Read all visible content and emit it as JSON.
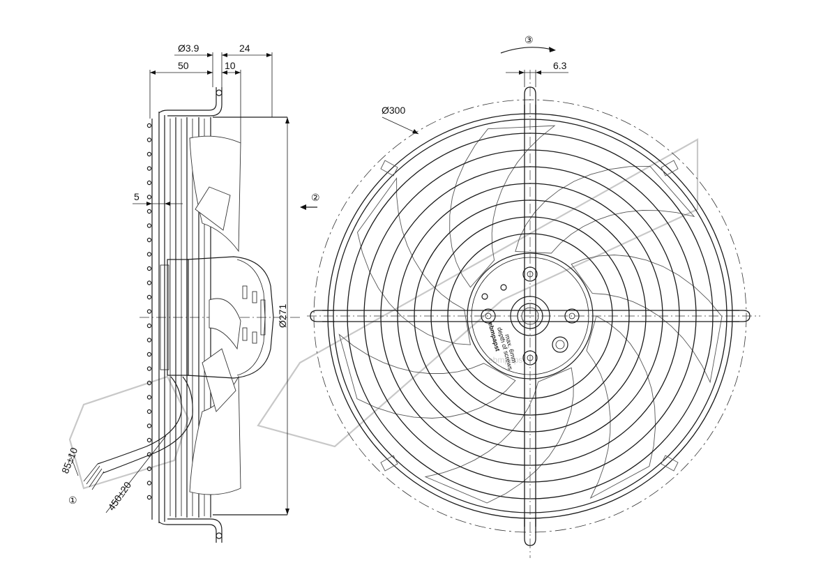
{
  "dimensions": {
    "hole_diameter": "Ø3.9",
    "width_24": "24",
    "width_50": "50",
    "width_10": "10",
    "offset_5": "5",
    "diameter_271": "Ø271",
    "diameter_300": "Ø300",
    "slot_6_3": "6.3",
    "cable_85": "85±10",
    "cable_450": "450±20"
  },
  "callouts": {
    "c1": "①",
    "c2": "②",
    "c3": "③"
  },
  "hub_labels": {
    "brand": "ebmpapst",
    "depth_line1": "depth of screws",
    "depth_line2": "max. 6mm"
  },
  "watermark": {
    "text": "ebmpapst"
  },
  "colors": {
    "line": "#1a1a1a",
    "watermark": "#c8c8c8",
    "background": "#ffffff"
  }
}
